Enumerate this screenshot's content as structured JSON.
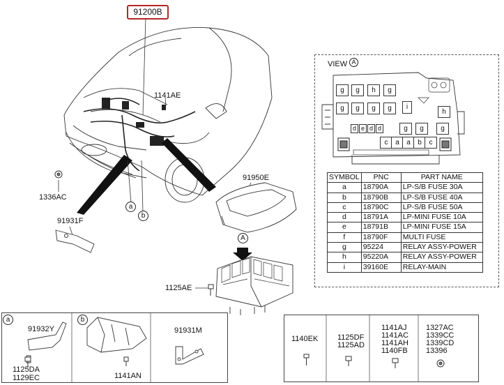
{
  "main_part_number": "91200B",
  "callouts": {
    "c1141AE": "1141AE",
    "c1336AC": "1336AC",
    "c91950E": "91950E",
    "c91931F": "91931F",
    "c1125AE": "1125AE",
    "marker_a": "a",
    "marker_b": "b",
    "view_marker": "A"
  },
  "view": {
    "title": "VIEW",
    "marker": "A",
    "fuses_top": [
      "g",
      "g",
      "h",
      "g"
    ],
    "fuses_row2": [
      "g",
      "g",
      "g",
      "g",
      "i",
      "h"
    ],
    "fuses_row3": [
      "d",
      "e",
      "d",
      "d",
      "g",
      "g",
      "g"
    ],
    "fuses_row4": [
      "c",
      "a",
      "a",
      "b",
      "c"
    ]
  },
  "parts_table": {
    "headers": [
      "SYMBOL",
      "PNC",
      "PART NAME"
    ],
    "rows": [
      [
        "a",
        "18790A",
        "LP-S/B FUSE 30A"
      ],
      [
        "b",
        "18790B",
        "LP-S/B FUSE 40A"
      ],
      [
        "c",
        "18790C",
        "LP-S/B FUSE 50A"
      ],
      [
        "d",
        "18791A",
        "LP-MINI FUSE 10A"
      ],
      [
        "e",
        "18791B",
        "LP-MINI FUSE 15A"
      ],
      [
        "f",
        "18790F",
        "MULTI FUSE"
      ],
      [
        "g",
        "95224",
        "RELAY ASSY-POWER"
      ],
      [
        "h",
        "95220A",
        "RELAY ASSY-POWER"
      ],
      [
        "i",
        "39160E",
        "RELAY-MAIN"
      ]
    ]
  },
  "detail_a": {
    "marker": "a",
    "part": "91932Y",
    "bolts": [
      "1125DA",
      "1129EC"
    ]
  },
  "detail_b": {
    "marker": "b",
    "part": "1141AN"
  },
  "detail_m": {
    "part": "91931M"
  },
  "fasteners": {
    "f1": [
      "1140EK"
    ],
    "f2": [
      "1125DF",
      "1125AD"
    ],
    "f3": [
      "1141AJ",
      "1141AC",
      "1141AH",
      "1140FB"
    ],
    "f4": [
      "1327AC",
      "1339CC",
      "1339CD",
      "13396"
    ]
  }
}
